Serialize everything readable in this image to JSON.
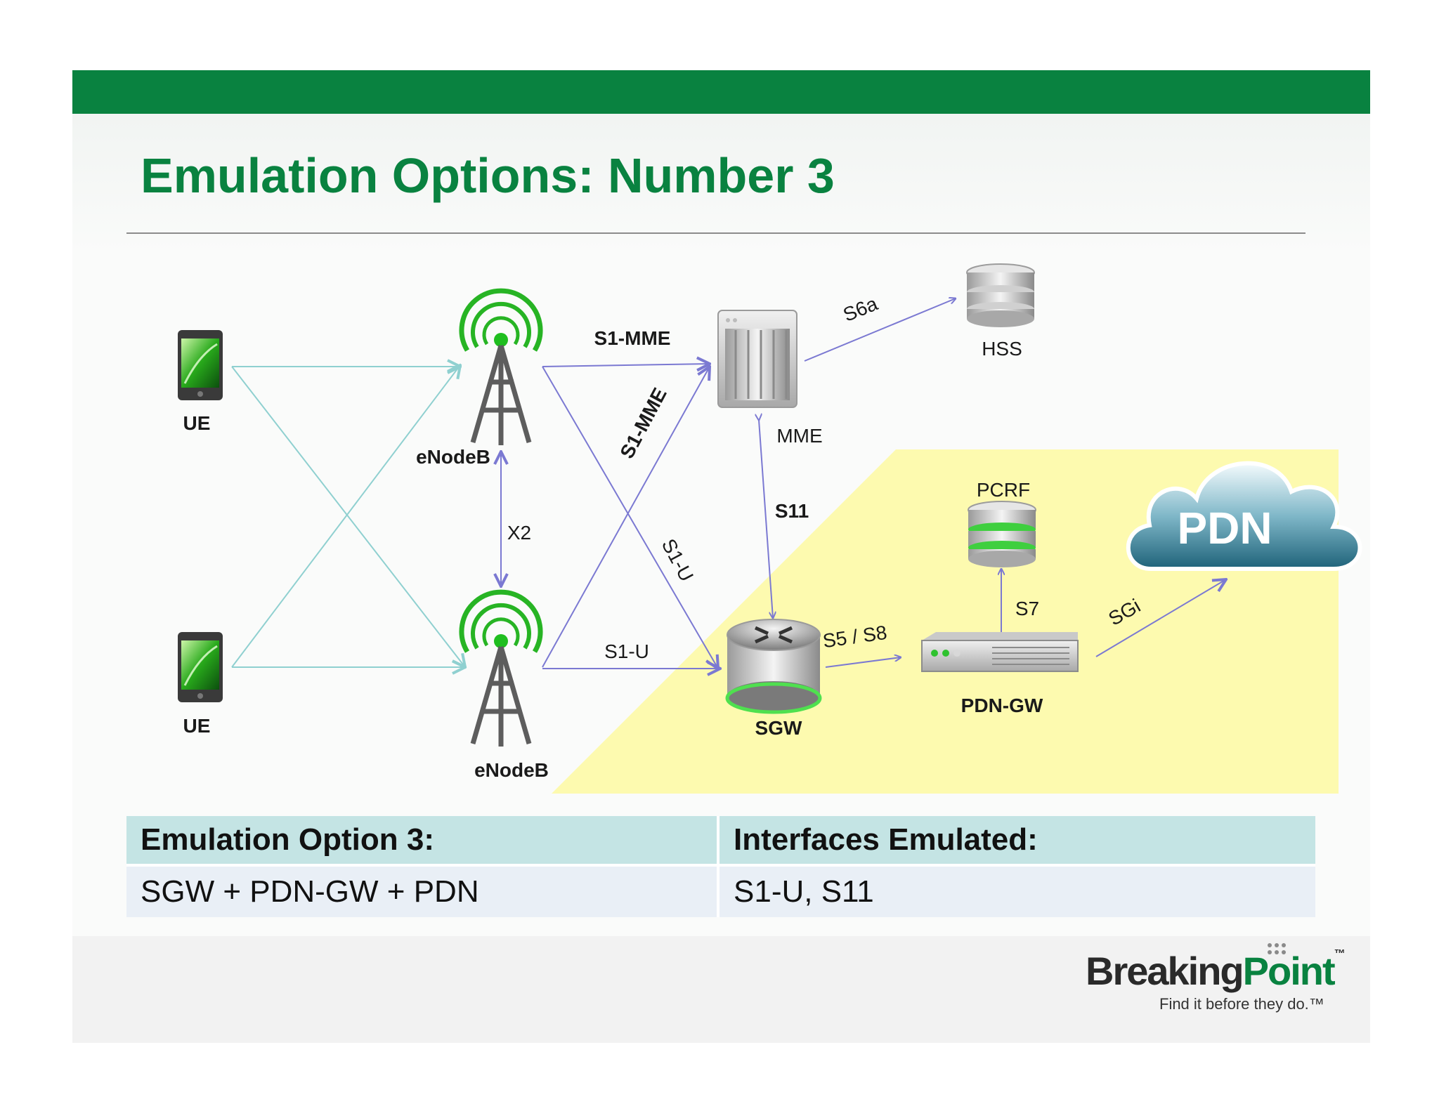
{
  "slide": {
    "title": "Emulation Options: Number 3",
    "colors": {
      "brand_green": "#098240",
      "interface_line": "#7b79d2",
      "radio_line": "#8fd0d0",
      "emulated_zone": "#fdfaa6"
    }
  },
  "nodes": {
    "ue_top": "UE",
    "ue_bottom": "UE",
    "enodeb_top": "eNodeB",
    "enodeb_bottom": "eNodeB",
    "mme": "MME",
    "hss": "HSS",
    "pcrf": "PCRF",
    "sgw": "SGW",
    "pdn_gw": "PDN-GW",
    "pdn": "PDN"
  },
  "interfaces": {
    "s1_mme_top": "S1-MME",
    "s1_mme_diag": "S1-MME",
    "s1_u_diag": "S1-U",
    "s1_u_bottom": "S1-U",
    "x2": "X2",
    "s11": "S11",
    "s6a": "S6a",
    "s5_s8": "S5 / S8",
    "s7": "S7",
    "sgi": "SGi"
  },
  "table": {
    "header": [
      "Emulation Option 3:",
      "Interfaces Emulated:"
    ],
    "row": [
      "SGW + PDN-GW + PDN",
      "S1-U, S11"
    ]
  },
  "logo": {
    "word_main": "Breaking",
    "word_accent": "Point",
    "trademark": "™",
    "tagline": "Find it before they do.™"
  }
}
